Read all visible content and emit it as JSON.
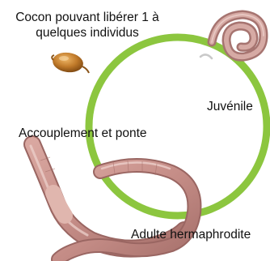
{
  "labels": {
    "cocoon": "Cocon pouvant libérer 1 à quelques individus",
    "juvenile": "Juvénile",
    "mating": "Accouplement et ponte",
    "adult": "Adulte hermaphrodite"
  },
  "colors": {
    "cycle_ring": "#8cc63f",
    "worm_body": "#c9908a",
    "worm_highlight": "#e8c2bc",
    "clitellum": "#dcaea5",
    "cocoon": "#c07a2a",
    "text": "#111111"
  }
}
